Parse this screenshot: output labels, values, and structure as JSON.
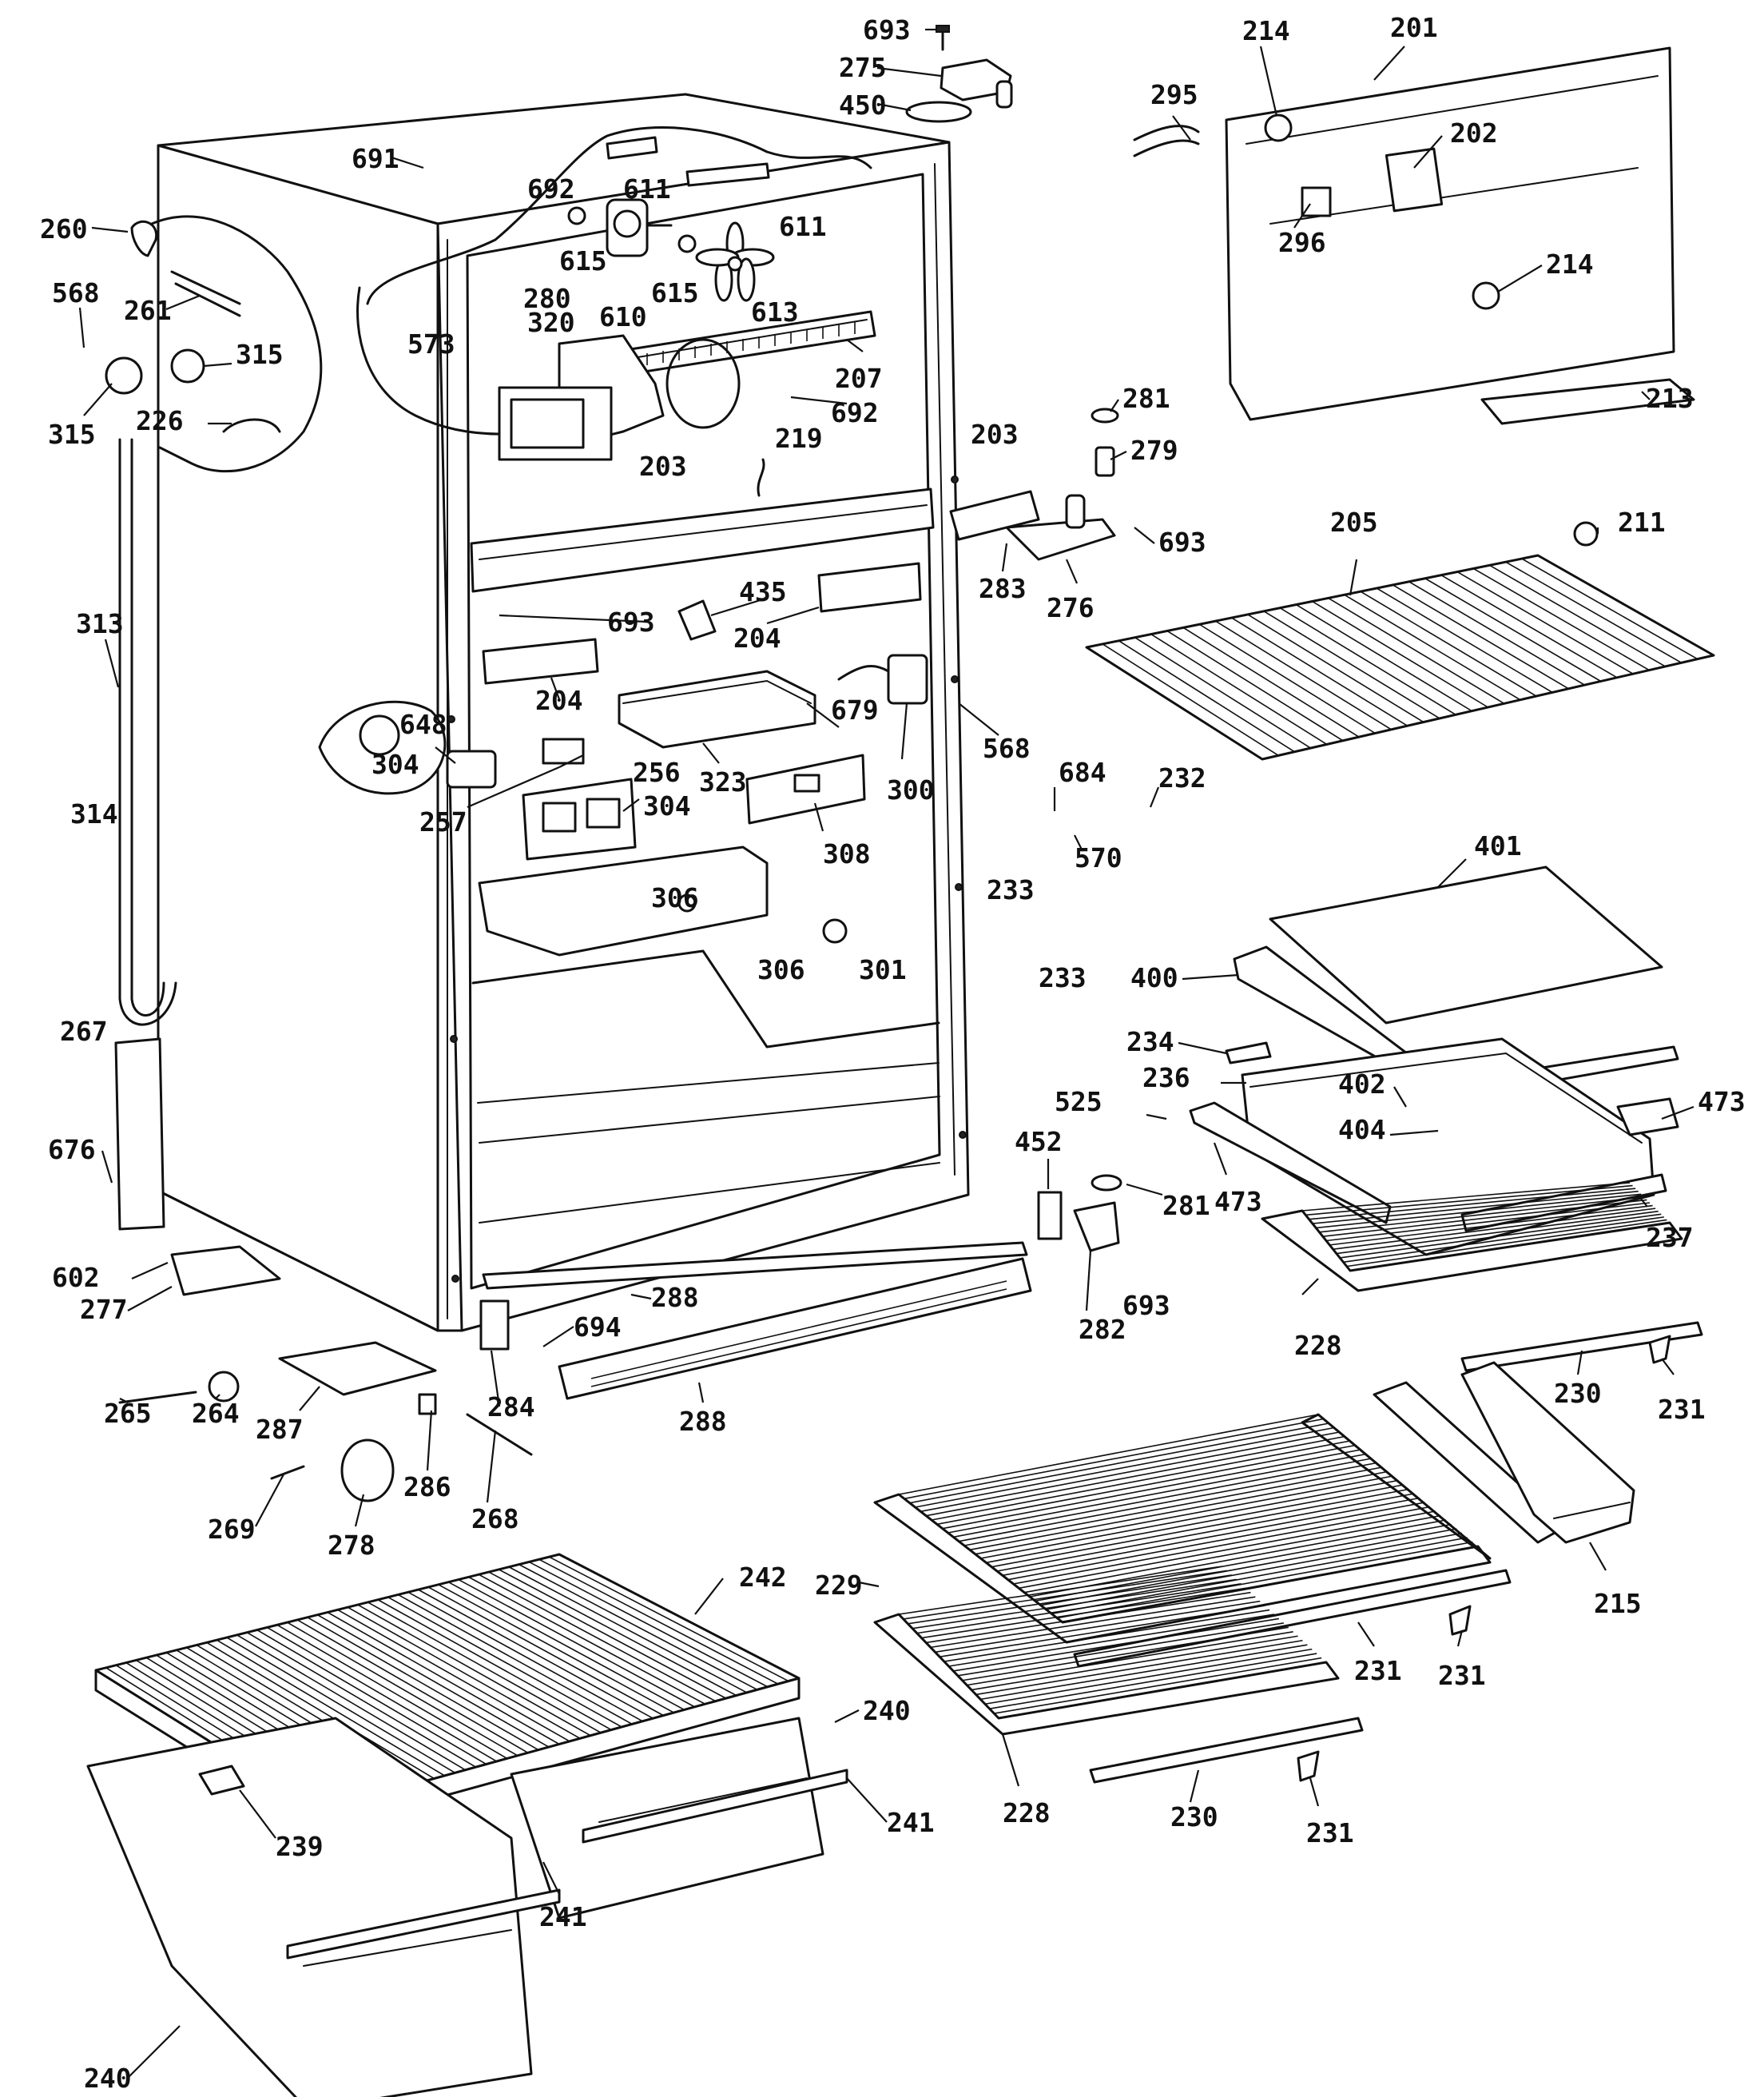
{
  "callouts": [
    {
      "id": "693",
      "label": "693"
    },
    {
      "id": "275",
      "label": "275"
    },
    {
      "id": "450",
      "label": "450"
    },
    {
      "id": "214",
      "label": "214"
    },
    {
      "id": "201",
      "label": "201"
    },
    {
      "id": "295",
      "label": "295"
    },
    {
      "id": "202",
      "label": "202"
    },
    {
      "id": "296",
      "label": "296"
    },
    {
      "id": "214b",
      "label": "214"
    },
    {
      "id": "213",
      "label": "213"
    },
    {
      "id": "691",
      "label": "691"
    },
    {
      "id": "692",
      "label": "692"
    },
    {
      "id": "611",
      "label": "611"
    },
    {
      "id": "611b",
      "label": "611"
    },
    {
      "id": "260",
      "label": "260"
    },
    {
      "id": "615",
      "label": "615"
    },
    {
      "id": "615b",
      "label": "615"
    },
    {
      "id": "610",
      "label": "610"
    },
    {
      "id": "613",
      "label": "613"
    },
    {
      "id": "568",
      "label": "568"
    },
    {
      "id": "261",
      "label": "261"
    },
    {
      "id": "280",
      "label": "280"
    },
    {
      "id": "573",
      "label": "573"
    },
    {
      "id": "320",
      "label": "320"
    },
    {
      "id": "207",
      "label": "207"
    },
    {
      "id": "315",
      "label": "315"
    },
    {
      "id": "315b",
      "label": "315"
    },
    {
      "id": "226",
      "label": "226"
    },
    {
      "id": "692b",
      "label": "692"
    },
    {
      "id": "281",
      "label": "281"
    },
    {
      "id": "279",
      "label": "279"
    },
    {
      "id": "219",
      "label": "219"
    },
    {
      "id": "203",
      "label": "203"
    },
    {
      "id": "203b",
      "label": "203"
    },
    {
      "id": "693b",
      "label": "693"
    },
    {
      "id": "205",
      "label": "205"
    },
    {
      "id": "211",
      "label": "211"
    },
    {
      "id": "283",
      "label": "283"
    },
    {
      "id": "276",
      "label": "276"
    },
    {
      "id": "313",
      "label": "313"
    },
    {
      "id": "435",
      "label": "435"
    },
    {
      "id": "693c",
      "label": "693"
    },
    {
      "id": "204",
      "label": "204"
    },
    {
      "id": "204b",
      "label": "204"
    },
    {
      "id": "679",
      "label": "679"
    },
    {
      "id": "568b",
      "label": "568"
    },
    {
      "id": "648",
      "label": "648"
    },
    {
      "id": "256",
      "label": "256"
    },
    {
      "id": "323",
      "label": "323"
    },
    {
      "id": "300",
      "label": "300"
    },
    {
      "id": "684",
      "label": "684"
    },
    {
      "id": "232",
      "label": "232"
    },
    {
      "id": "304",
      "label": "304"
    },
    {
      "id": "257",
      "label": "257"
    },
    {
      "id": "304b",
      "label": "304"
    },
    {
      "id": "308",
      "label": "308"
    },
    {
      "id": "233",
      "label": "233"
    },
    {
      "id": "570",
      "label": "570"
    },
    {
      "id": "401",
      "label": "401"
    },
    {
      "id": "314",
      "label": "314"
    },
    {
      "id": "306",
      "label": "306"
    },
    {
      "id": "306b",
      "label": "306"
    },
    {
      "id": "301",
      "label": "301"
    },
    {
      "id": "233b",
      "label": "233"
    },
    {
      "id": "400",
      "label": "400"
    },
    {
      "id": "267",
      "label": "267"
    },
    {
      "id": "234",
      "label": "234"
    },
    {
      "id": "236",
      "label": "236"
    },
    {
      "id": "402",
      "label": "402"
    },
    {
      "id": "525",
      "label": "525"
    },
    {
      "id": "473",
      "label": "473"
    },
    {
      "id": "404",
      "label": "404"
    },
    {
      "id": "452",
      "label": "452"
    },
    {
      "id": "676",
      "label": "676"
    },
    {
      "id": "281b",
      "label": "281"
    },
    {
      "id": "473b",
      "label": "473"
    },
    {
      "id": "237",
      "label": "237"
    },
    {
      "id": "602",
      "label": "602"
    },
    {
      "id": "277",
      "label": "277"
    },
    {
      "id": "288",
      "label": "288"
    },
    {
      "id": "694",
      "label": "694"
    },
    {
      "id": "282",
      "label": "282"
    },
    {
      "id": "693d",
      "label": "693"
    },
    {
      "id": "228",
      "label": "228"
    },
    {
      "id": "265",
      "label": "265"
    },
    {
      "id": "264",
      "label": "264"
    },
    {
      "id": "287",
      "label": "287"
    },
    {
      "id": "284",
      "label": "284"
    },
    {
      "id": "288b",
      "label": "288"
    },
    {
      "id": "230",
      "label": "230"
    },
    {
      "id": "231",
      "label": "231"
    },
    {
      "id": "286",
      "label": "286"
    },
    {
      "id": "269",
      "label": "269"
    },
    {
      "id": "268",
      "label": "268"
    },
    {
      "id": "278",
      "label": "278"
    },
    {
      "id": "242",
      "label": "242"
    },
    {
      "id": "229",
      "label": "229"
    },
    {
      "id": "215",
      "label": "215"
    },
    {
      "id": "231b",
      "label": "231"
    },
    {
      "id": "231c",
      "label": "231"
    },
    {
      "id": "240",
      "label": "240"
    },
    {
      "id": "228b",
      "label": "228"
    },
    {
      "id": "241",
      "label": "241"
    },
    {
      "id": "239",
      "label": "239"
    },
    {
      "id": "230b",
      "label": "230"
    },
    {
      "id": "241b",
      "label": "241"
    },
    {
      "id": "231d",
      "label": "231"
    },
    {
      "id": "240b",
      "label": "240"
    }
  ]
}
